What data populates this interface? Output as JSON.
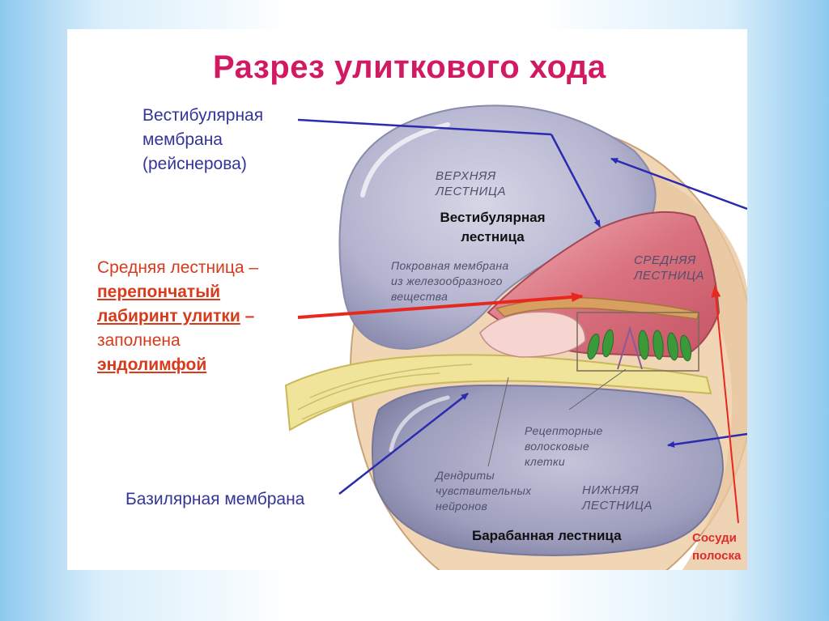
{
  "title": "Разрез улиткового хода",
  "labels": {
    "vestibular_membrane_1": "Вестибулярная",
    "vestibular_membrane_2": "мембрана",
    "vestibular_membrane_3": "(рейснерова)",
    "vestibular_scala_1": "Вестибулярная",
    "vestibular_scala_2": "лестница",
    "middle_scala_1": "Средняя лестница –",
    "middle_scala_2": "перепончатый",
    "middle_scala_3": "лабиринт улитки",
    "middle_scala_3_dash": " –",
    "middle_scala_4": "заполнена",
    "middle_scala_5": "эндолимфой",
    "basilar_membrane": "Базилярная мембрана",
    "tympanic_scala": "Барабанная лестница",
    "stria_1": "Сосуди",
    "stria_2": "полоска"
  },
  "inner_labels": {
    "upper_scala_1": "ВЕРХНЯЯ",
    "upper_scala_2": "ЛЕСТНИЦА",
    "tectorial_1": "Покровная мембрана",
    "tectorial_2": "из железообразного",
    "tectorial_3": "вещества",
    "middle_1": "СРЕДНЯЯ",
    "middle_2": "ЛЕСТНИЦА",
    "receptor_1": "Рецепторные",
    "receptor_2": "волосковые",
    "receptor_3": "клетки",
    "dendrites_1": "Дендриты",
    "dendrites_2": "чувствительных",
    "dendrites_3": "нейронов",
    "lower_1": "НИЖНЯЯ",
    "lower_2": "ЛЕСТНИЦА"
  },
  "colors": {
    "title": "#d11a62",
    "blue_label": "#34349a",
    "red_label": "#d83a1c",
    "blue_arrow": "#2b2bb0",
    "red_arrow": "#e8281e",
    "upper_chamber": "#b3b3cf",
    "lower_chamber": "#9d9dbd",
    "middle_chamber": "#d9717e",
    "bony_wall": "#f0d6b4",
    "nerve": "#f0e49a",
    "hair_cells": "#3a9a3a"
  }
}
